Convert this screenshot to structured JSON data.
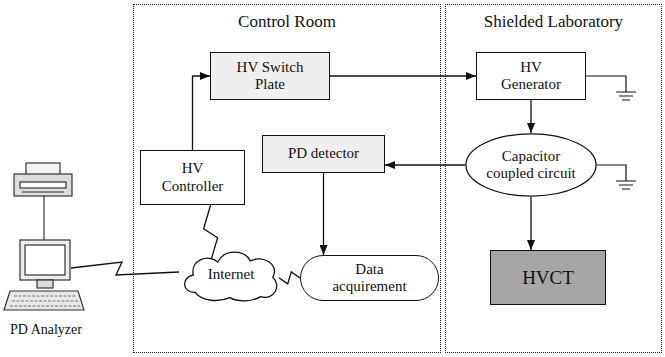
{
  "diagram": {
    "nodes": [
      {
        "text": [
          "Control Room"
        ]
      },
      {
        "text": [
          "Shielded Laboratory"
        ]
      },
      {
        "text": [
          "HV Switch Plate"
        ],
        "in": 0
      },
      {
        "text": [
          "HV Generator"
        ],
        "in": 1
      },
      {
        "text": [
          "HV Controller"
        ],
        "in": 0
      },
      {
        "text": [
          "PD detector"
        ],
        "in": 0
      },
      {
        "text": [
          "Capacitor coupled circuit"
        ],
        "in": 1
      },
      {
        "text": [
          "Internet"
        ],
        "in": 0
      },
      {
        "text": [
          "Data acquirement"
        ],
        "in": 0
      },
      {
        "text": [
          "HVCT"
        ],
        "in": 1
      }
    ],
    "edges": [
      {
        "from": 4,
        "to": 2,
        "arrow": "to"
      },
      {
        "from": 2,
        "to": 3,
        "arrow": "to"
      },
      {
        "from": 3,
        "to": 6,
        "arrow": "to"
      },
      {
        "from": 6,
        "to": 5,
        "arrow": "to"
      },
      {
        "from": 5,
        "to": 8,
        "arrow": "to"
      },
      {
        "from": 6,
        "to": 9,
        "arrow": "to"
      },
      {
        "from": 7,
        "to": 4,
        "arrow": "none"
      },
      {
        "from": 7,
        "to": 8,
        "arrow": "none"
      }
    ],
    "labels": [
      "PD Analyzer"
    ]
  }
}
